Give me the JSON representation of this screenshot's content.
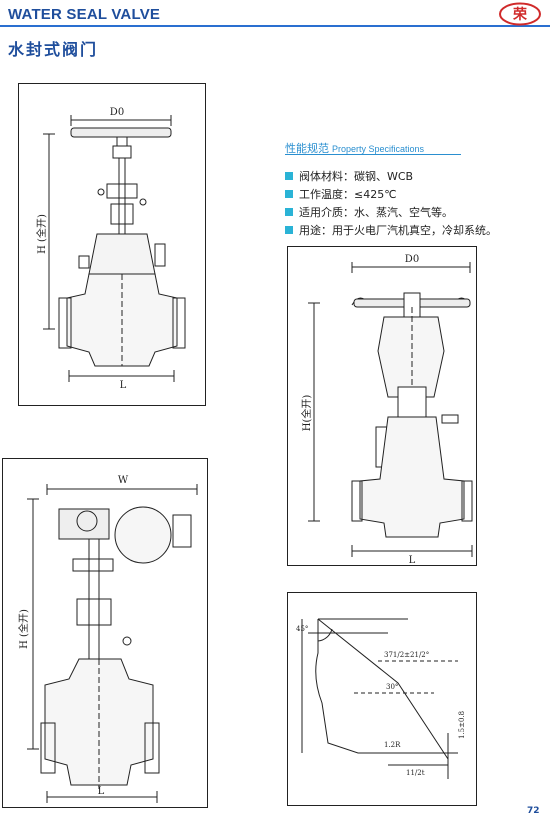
{
  "header": {
    "title": "WATER SEAL VALVE",
    "subtitle_cn": "水封式阀门",
    "logo": {
      "glyph": "荣",
      "color": "#d02a2a"
    }
  },
  "colors": {
    "accent": "#1f4e9c",
    "rule": "#2a6fd0",
    "bullet": "#2ab3d6",
    "heading": "#2a8fd0"
  },
  "specs": {
    "heading_cn": "性能规范",
    "heading_en": "Property Specifications",
    "items": [
      "阀体材料：碳钢、WCB",
      "工作温度：≤425℃",
      "适用介质：水、蒸汽、空气等。",
      "用途：用于火电厂汽机真空，冷却系统。"
    ]
  },
  "diagrams": {
    "manual_gate": {
      "width_label": "D0",
      "height_label": "H (全开)",
      "length_label": "L"
    },
    "geared_gate": {
      "width_label": "W",
      "height_label": "H (全开)",
      "length_label": "L"
    },
    "globe": {
      "width_label": "D0",
      "height_label": "H(全开)",
      "length_label": "L"
    },
    "weld_end": {
      "angle_label": "45°",
      "angle2_label": "30°",
      "dim1_label": "371/2±21/2°",
      "dim2_label": "1.2R",
      "dim3_label": "1.5±0.8",
      "dim4_label": "11/2t"
    }
  },
  "page": {
    "number": "72"
  }
}
